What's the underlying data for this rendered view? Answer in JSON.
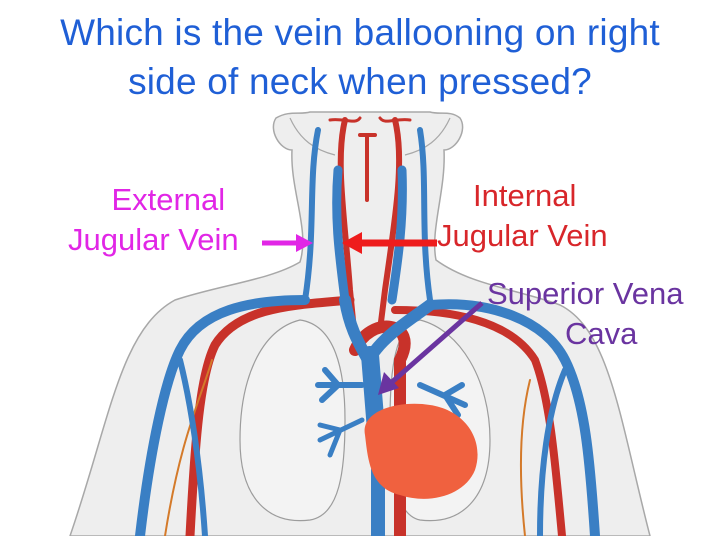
{
  "title": {
    "line1": "Which is the vein ballooning on right",
    "line2": "side of neck when pressed?"
  },
  "labels": {
    "external_jugular": {
      "line1": "External",
      "line2": "Jugular Vein",
      "color": "#e126e6"
    },
    "internal_jugular": {
      "line1": "Internal",
      "line2": "Jugular Vein",
      "color": "#d8262a"
    },
    "superior_vena_cava": {
      "line1": "Superior Vena",
      "line2": "Cava",
      "color": "#6a34a0"
    }
  },
  "colors": {
    "title": "#1f5fd6",
    "vein": "#3a7fc4",
    "artery": "#c8322a",
    "heart": "#f0613f",
    "body_fill": "#eeeeee",
    "body_outline": "#a8a8a8"
  }
}
